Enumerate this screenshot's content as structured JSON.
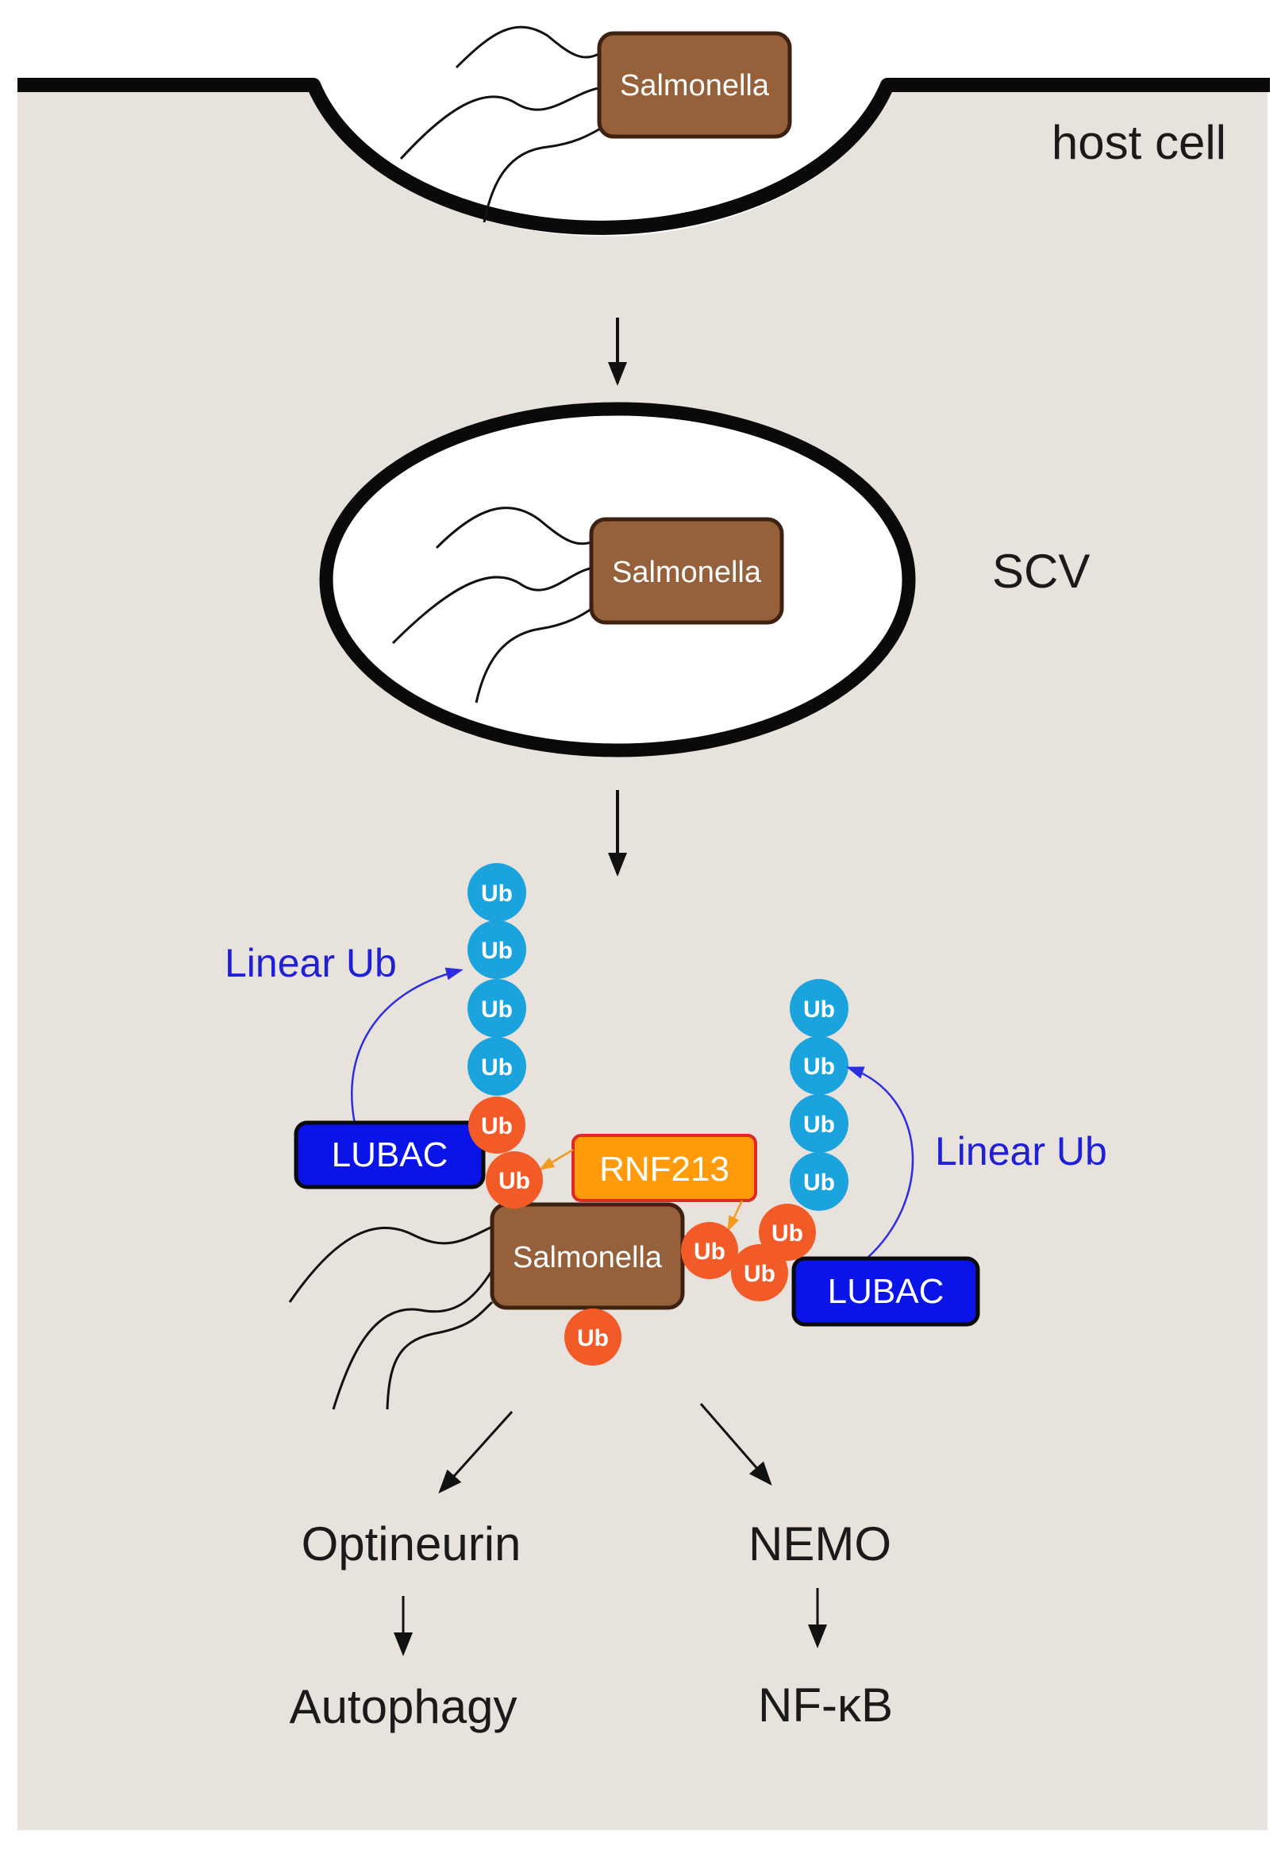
{
  "labels": {
    "host_cell": "host cell",
    "scv": "SCV",
    "salmonella": "Salmonella",
    "linear_ub": "Linear Ub",
    "lubac": "LUBAC",
    "rnf213": "RNF213",
    "ub": "Ub",
    "optineurin": "Optineurin",
    "autophagy": "Autophagy",
    "nemo": "NEMO",
    "nfkb": "NF-κB"
  },
  "colors": {
    "cytoplasm": "#e8e2dd",
    "salmonella_fill": "#95603a",
    "salmonella_stroke": "#3d2212",
    "ub_linear": "#1aa3dc",
    "ub_attached": "#f25a28",
    "lubac_fill": "#0a14e6",
    "rnf213_fill": "#ff9a0a",
    "rnf213_stroke": "#e0282a",
    "linear_arrow": "#2d2de0",
    "rnf213_arrow": "#f29a1c"
  },
  "icons": {
    "membrane": "plasma-membrane-line",
    "flagella": "flagella-curves",
    "arrows": "down-arrow"
  }
}
